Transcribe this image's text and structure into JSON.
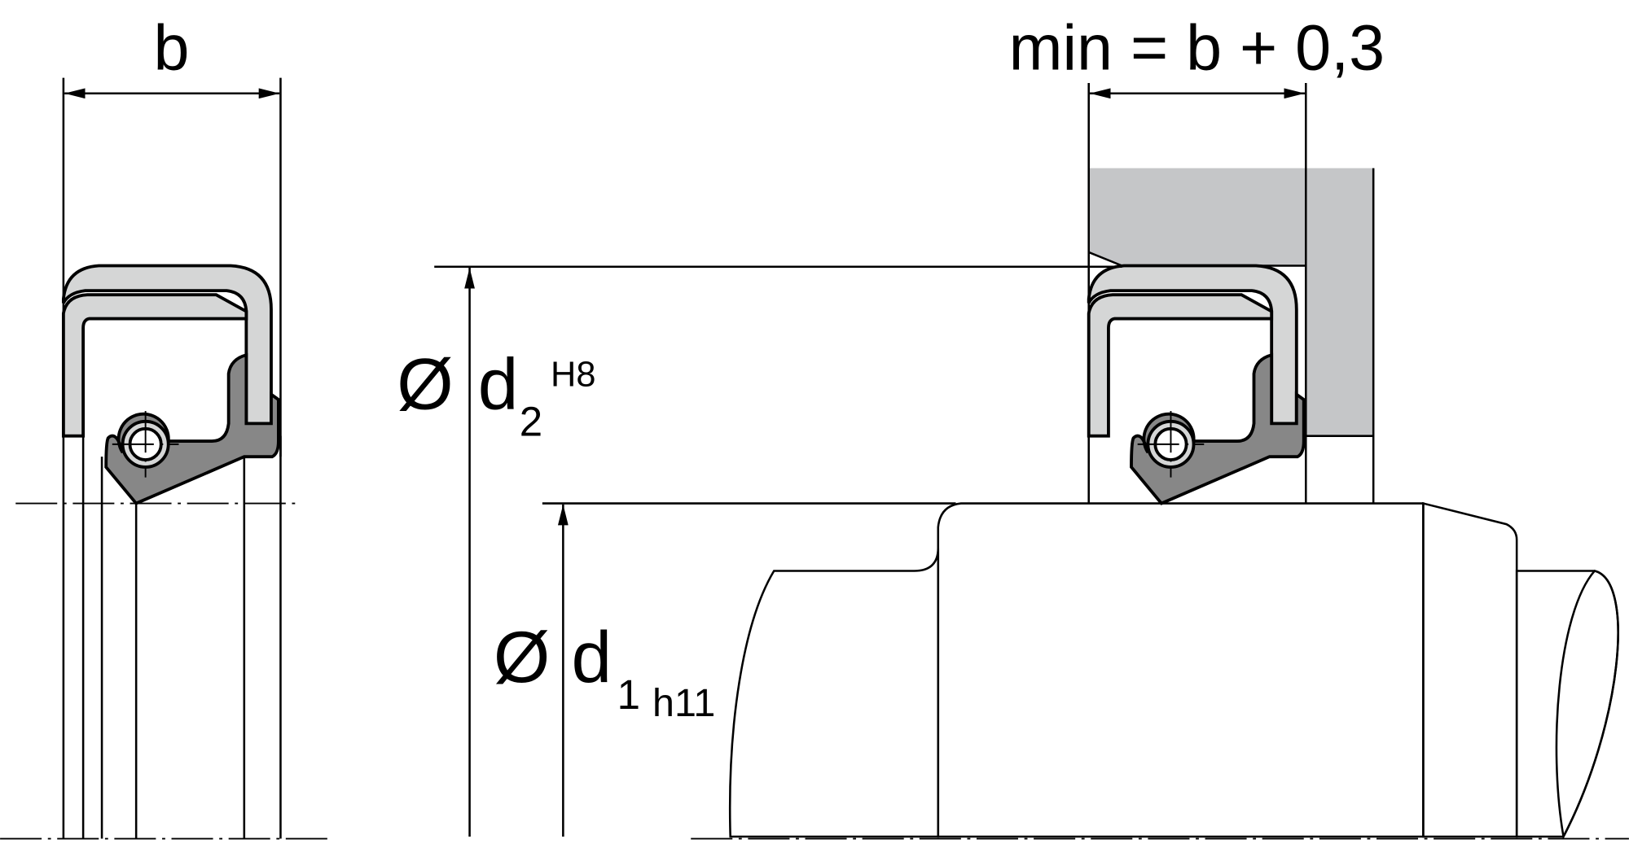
{
  "labels": {
    "width_b": "b",
    "min_width": "min = b + 0,3",
    "bore_symbol": "Ø",
    "bore_d": "d",
    "bore_sub": "2",
    "bore_tol": "H8",
    "shaft_symbol": "Ø",
    "shaft_d": "d",
    "shaft_sub": "1",
    "shaft_tol": "h11"
  },
  "colors": {
    "housing": "#c5c6c8",
    "metal_case": "#d5d6d6",
    "rubber": "#878787"
  }
}
